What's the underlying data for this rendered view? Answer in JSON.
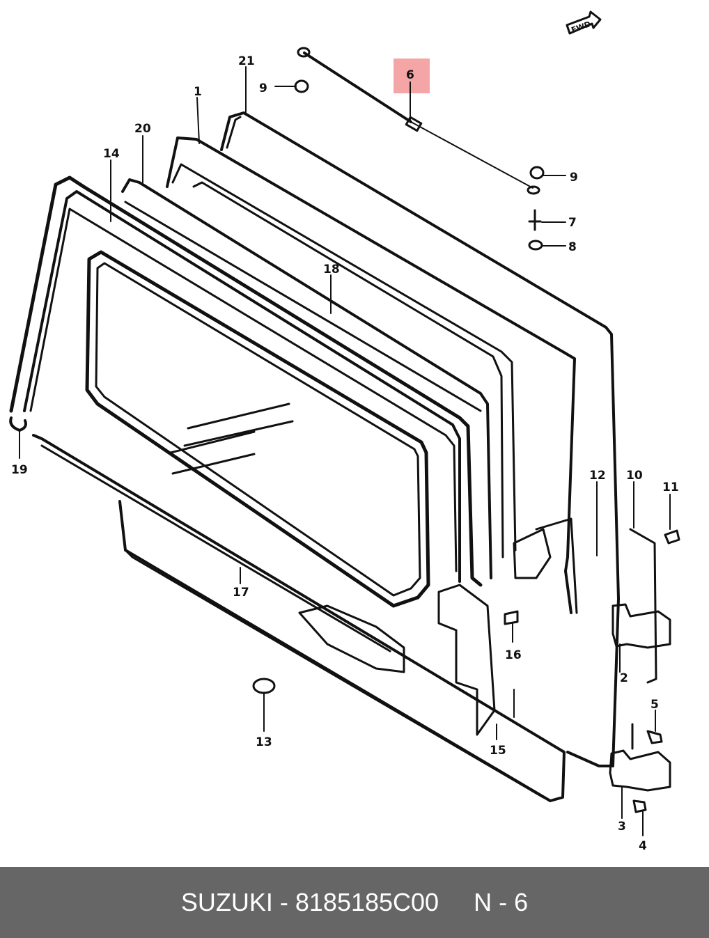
{
  "diagram": {
    "fwd_label": "FWD",
    "highlight_color": "#f4a6a6",
    "callouts": [
      {
        "id": "c21",
        "label": "21"
      },
      {
        "id": "c9a",
        "label": "9"
      },
      {
        "id": "c6",
        "label": "6",
        "highlighted": true
      },
      {
        "id": "c1",
        "label": "1"
      },
      {
        "id": "c20",
        "label": "20"
      },
      {
        "id": "c14",
        "label": "14"
      },
      {
        "id": "c9b",
        "label": "9"
      },
      {
        "id": "c7",
        "label": "7"
      },
      {
        "id": "c8",
        "label": "8"
      },
      {
        "id": "c18",
        "label": "18"
      },
      {
        "id": "c19",
        "label": "19"
      },
      {
        "id": "c12",
        "label": "12"
      },
      {
        "id": "c10",
        "label": "10"
      },
      {
        "id": "c11",
        "label": "11"
      },
      {
        "id": "c17",
        "label": "17"
      },
      {
        "id": "c16",
        "label": "16"
      },
      {
        "id": "c2",
        "label": "2"
      },
      {
        "id": "c5",
        "label": "5"
      },
      {
        "id": "c13",
        "label": "13"
      },
      {
        "id": "c15",
        "label": "15"
      },
      {
        "id": "c3",
        "label": "3"
      },
      {
        "id": "c4",
        "label": "4"
      }
    ]
  },
  "footer": {
    "brand": "SUZUKI",
    "separator": " - ",
    "part_number": "8185185C00",
    "gap": "     ",
    "diagram_ref": "N - 6"
  }
}
